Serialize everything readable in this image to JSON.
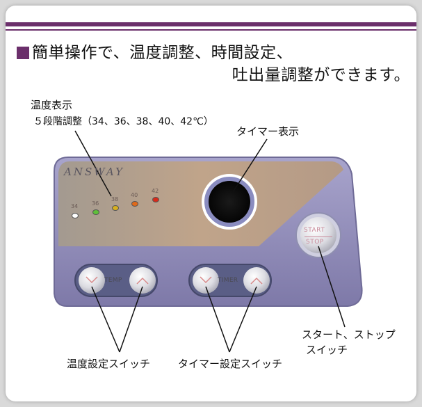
{
  "headline": {
    "line1": "簡単操作で、温度調整、時間設定、",
    "line2": "吐出量調整ができます。"
  },
  "callouts": {
    "temp_display": "温度表示",
    "temp_steps": "５段階調整（34、36、38、40、42℃）",
    "timer_display": "タイマー表示",
    "temp_switch": "温度設定スイッチ",
    "timer_switch": "タイマー設定スイッチ",
    "start_switch_line1": "スタート、ストップ",
    "start_switch_line2": "スイッチ"
  },
  "panel": {
    "brand": "ANSWAY",
    "leds": [
      {
        "label": "34",
        "color": "#ffffff"
      },
      {
        "label": "36",
        "color": "#5fbf3a"
      },
      {
        "label": "38",
        "color": "#d8b020"
      },
      {
        "label": "40",
        "color": "#e06a1a"
      },
      {
        "label": "42",
        "color": "#d82a1a"
      }
    ],
    "temp_button_label": "TEMP",
    "timer_button_label": "TIMER",
    "start_label": "START",
    "stop_label": "STOP"
  },
  "colors": {
    "accent": "#6b2f6b",
    "panel_top": "#b49a82",
    "panel_body": "#8e89b6"
  }
}
